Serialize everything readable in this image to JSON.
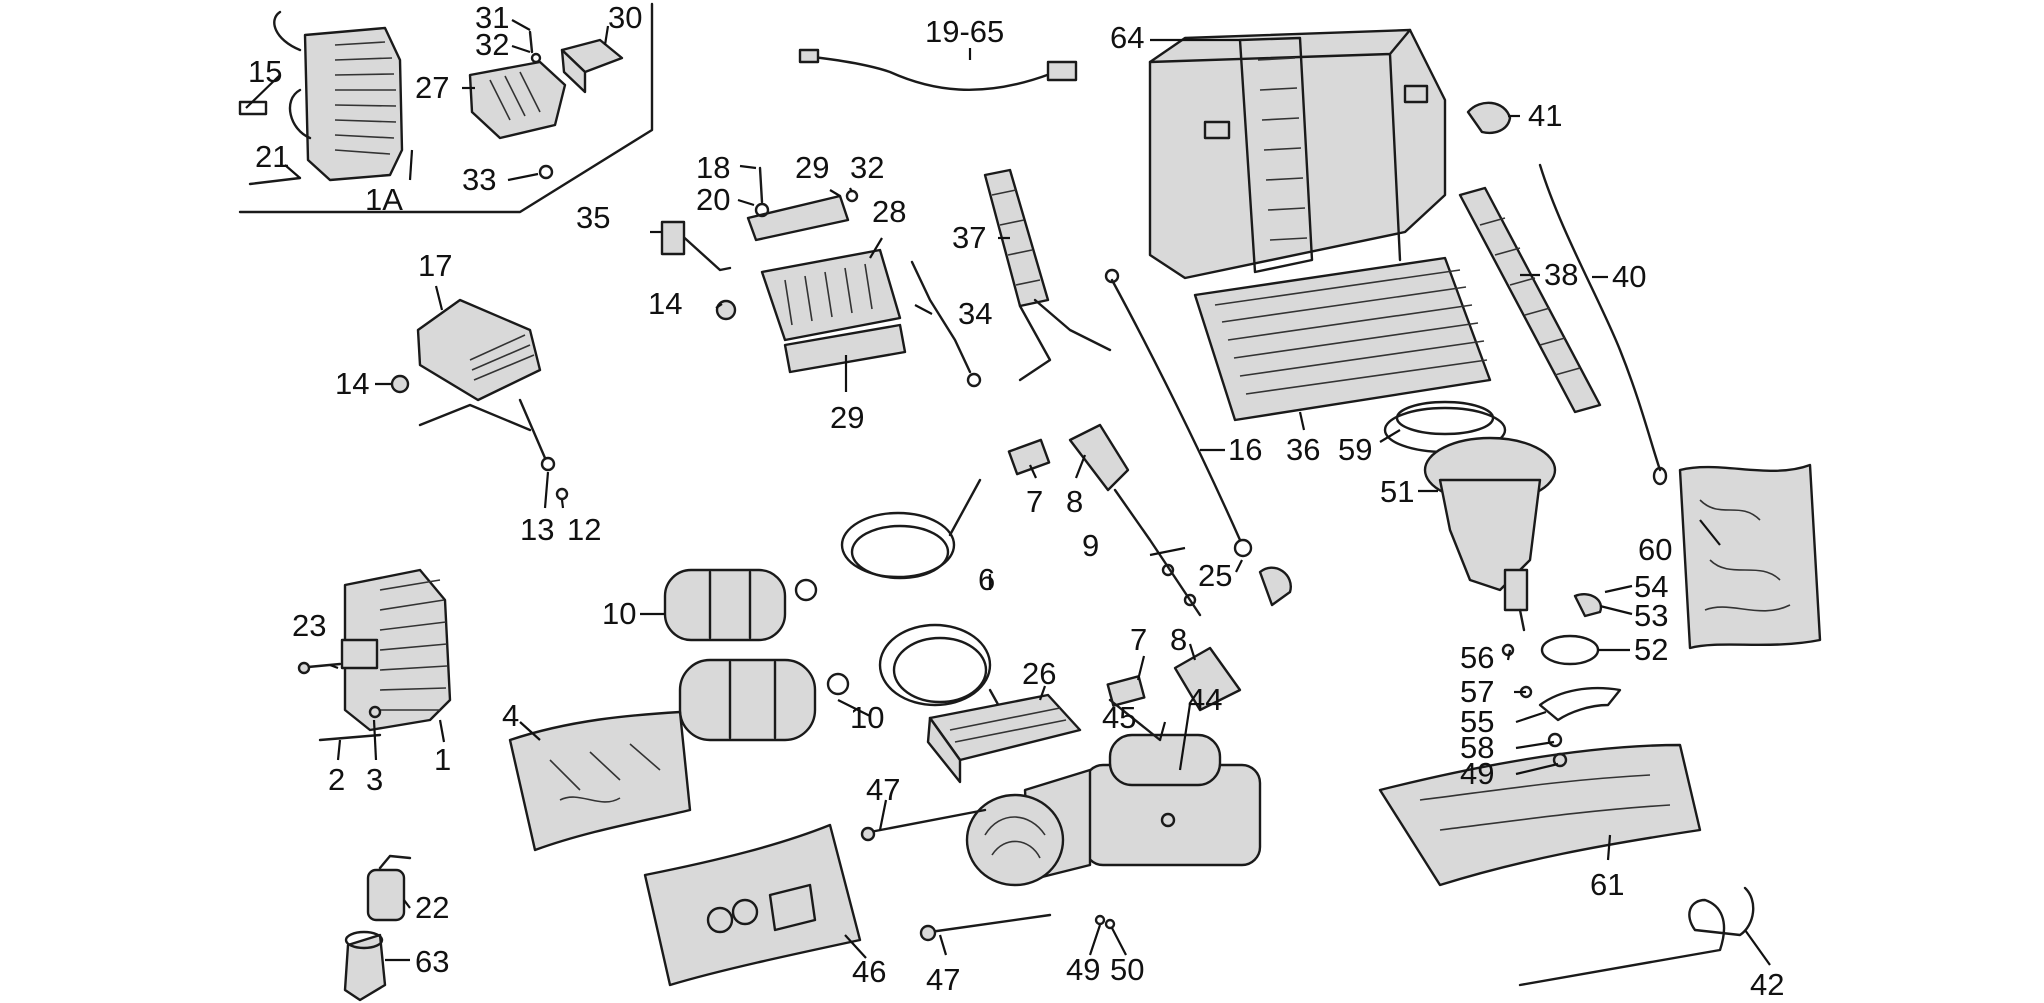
{
  "callouts": [
    {
      "key": "c15",
      "text": "15"
    },
    {
      "key": "c21",
      "text": "21"
    },
    {
      "key": "c1A",
      "text": "1A"
    },
    {
      "key": "c31",
      "text": "31"
    },
    {
      "key": "c32a",
      "text": "32"
    },
    {
      "key": "c30",
      "text": "30"
    },
    {
      "key": "c27",
      "text": "27"
    },
    {
      "key": "c33",
      "text": "33"
    },
    {
      "key": "c1965",
      "text": "19-65"
    },
    {
      "key": "c64",
      "text": "64"
    },
    {
      "key": "c41",
      "text": "41"
    },
    {
      "key": "c18",
      "text": "18"
    },
    {
      "key": "c29a",
      "text": "29"
    },
    {
      "key": "c32b",
      "text": "32"
    },
    {
      "key": "c20",
      "text": "20"
    },
    {
      "key": "c28",
      "text": "28"
    },
    {
      "key": "c35",
      "text": "35"
    },
    {
      "key": "c14a",
      "text": "14"
    },
    {
      "key": "c34",
      "text": "34"
    },
    {
      "key": "c37",
      "text": "37"
    },
    {
      "key": "c29b",
      "text": "29"
    },
    {
      "key": "c17",
      "text": "17"
    },
    {
      "key": "c14b",
      "text": "14"
    },
    {
      "key": "c13",
      "text": "13"
    },
    {
      "key": "c12",
      "text": "12"
    },
    {
      "key": "c38",
      "text": "38"
    },
    {
      "key": "c40",
      "text": "40"
    },
    {
      "key": "c16",
      "text": "16"
    },
    {
      "key": "c36",
      "text": "36"
    },
    {
      "key": "c59",
      "text": "59"
    },
    {
      "key": "c51",
      "text": "51"
    },
    {
      "key": "c7a",
      "text": "7"
    },
    {
      "key": "c8a",
      "text": "8"
    },
    {
      "key": "c9",
      "text": "9"
    },
    {
      "key": "c25",
      "text": "25"
    },
    {
      "key": "c60",
      "text": "60"
    },
    {
      "key": "c54",
      "text": "54"
    },
    {
      "key": "c53",
      "text": "53"
    },
    {
      "key": "c52",
      "text": "52"
    },
    {
      "key": "c10a",
      "text": "10"
    },
    {
      "key": "c6",
      "text": "6"
    },
    {
      "key": "c23",
      "text": "23"
    },
    {
      "key": "c56",
      "text": "56"
    },
    {
      "key": "c57",
      "text": "57"
    },
    {
      "key": "c55",
      "text": "55"
    },
    {
      "key": "c7b",
      "text": "7"
    },
    {
      "key": "c8b",
      "text": "8"
    },
    {
      "key": "c26",
      "text": "26"
    },
    {
      "key": "c10b",
      "text": "10"
    },
    {
      "key": "c58",
      "text": "58"
    },
    {
      "key": "c49a",
      "text": "49"
    },
    {
      "key": "c45",
      "text": "45"
    },
    {
      "key": "c44",
      "text": "44"
    },
    {
      "key": "c4",
      "text": "4"
    },
    {
      "key": "c2",
      "text": "2"
    },
    {
      "key": "c3",
      "text": "3"
    },
    {
      "key": "c1",
      "text": "1"
    },
    {
      "key": "c47a",
      "text": "47"
    },
    {
      "key": "c61",
      "text": "61"
    },
    {
      "key": "c22",
      "text": "22"
    },
    {
      "key": "c63",
      "text": "63"
    },
    {
      "key": "c46",
      "text": "46"
    },
    {
      "key": "c47b",
      "text": "47"
    },
    {
      "key": "c49b",
      "text": "49"
    },
    {
      "key": "c50",
      "text": "50"
    },
    {
      "key": "c42",
      "text": "42"
    }
  ]
}
